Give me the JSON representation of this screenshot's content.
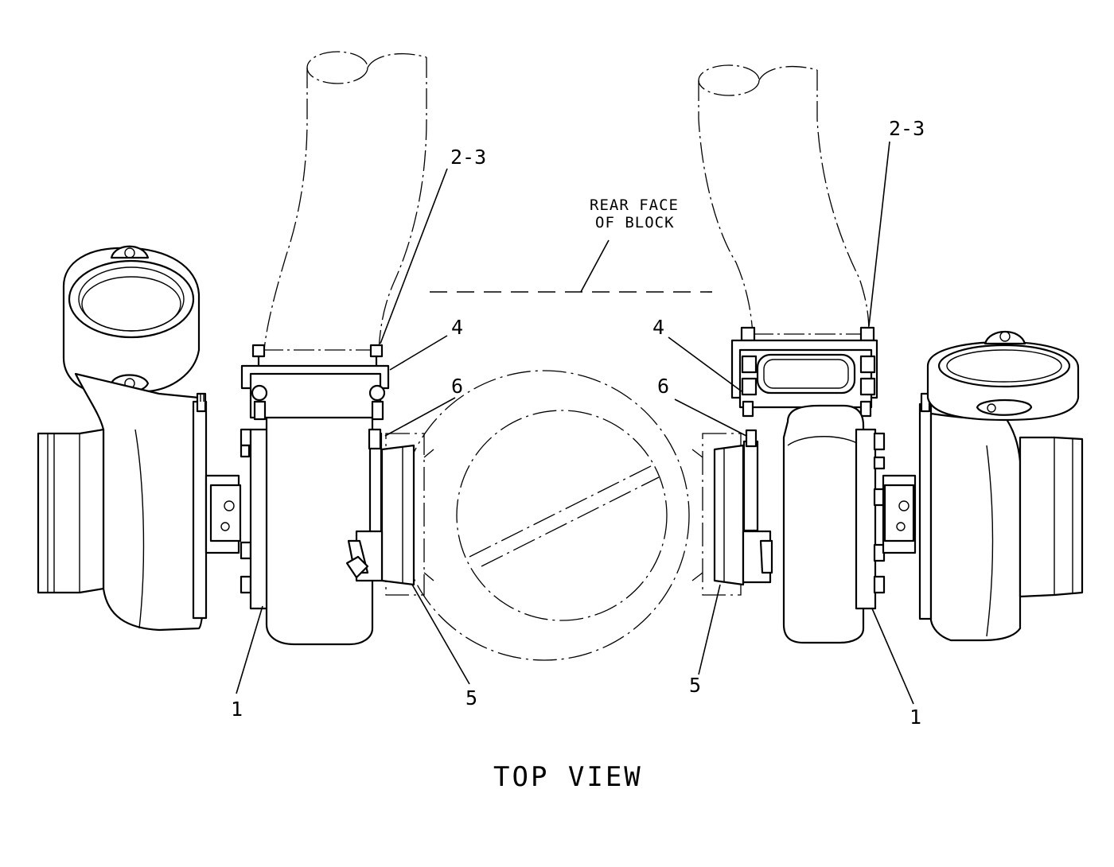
{
  "diagram": {
    "title": "TOP VIEW",
    "note": {
      "line1": "REAR FACE",
      "line2": "OF BLOCK"
    },
    "callouts": {
      "left_1": "1",
      "left_2_3": "2-3",
      "left_4": "4",
      "left_5": "5",
      "left_6": "6",
      "right_1": "1",
      "right_2_3": "2-3",
      "right_4": "4",
      "right_5": "5",
      "right_6": "6"
    }
  }
}
